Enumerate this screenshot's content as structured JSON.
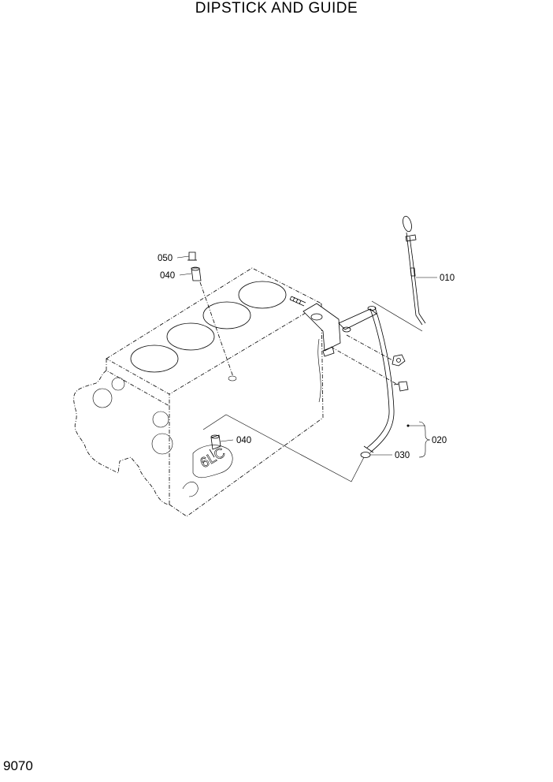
{
  "title": "DIPSTICK AND GUIDE",
  "page_number": "9070",
  "callouts": {
    "c010": "010",
    "c020": "020",
    "c030": "030",
    "c040_top": "040",
    "c040_bottom": "040",
    "c050": "050"
  },
  "icons": [
    "dipstick-icon",
    "guide-tube-icon",
    "o-ring-icon",
    "plug-icon",
    "cylinder-block-icon",
    "bracket-icon",
    "bolt-icon",
    "nut-icon"
  ]
}
